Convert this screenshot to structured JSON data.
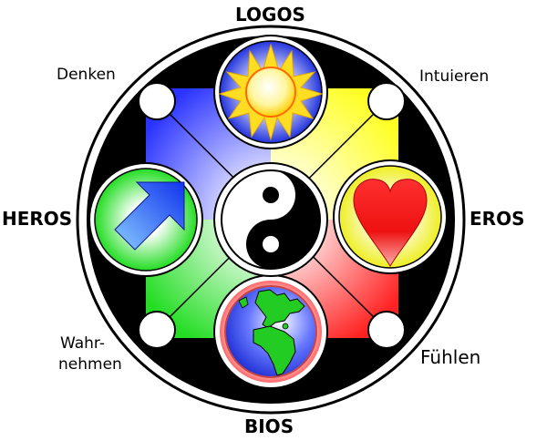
{
  "labels": {
    "top": "LOGOS",
    "bottom": "BIOS",
    "left": "HEROS",
    "right": "EROS",
    "top_left": "Denken",
    "top_right": "Intuieren",
    "bottom_left_line1": "Wahr-",
    "bottom_left_line2": "nehmen",
    "bottom_right": "Fühlen"
  },
  "colors": {
    "quadrant_top_left": "#2a33ff",
    "quadrant_top_right": "#ffff22",
    "quadrant_bottom_left": "#22dd22",
    "quadrant_bottom_right": "#ff2222",
    "outer_ring": "#000000",
    "sun_ray": "#ffdd22",
    "heart": "#ee1111",
    "arrow": "#1133ee"
  },
  "icons": {
    "top": "sun-icon",
    "bottom": "earth-globe-icon",
    "left": "arrow-up-right-icon",
    "right": "heart-icon",
    "center": "yin-yang-icon"
  }
}
